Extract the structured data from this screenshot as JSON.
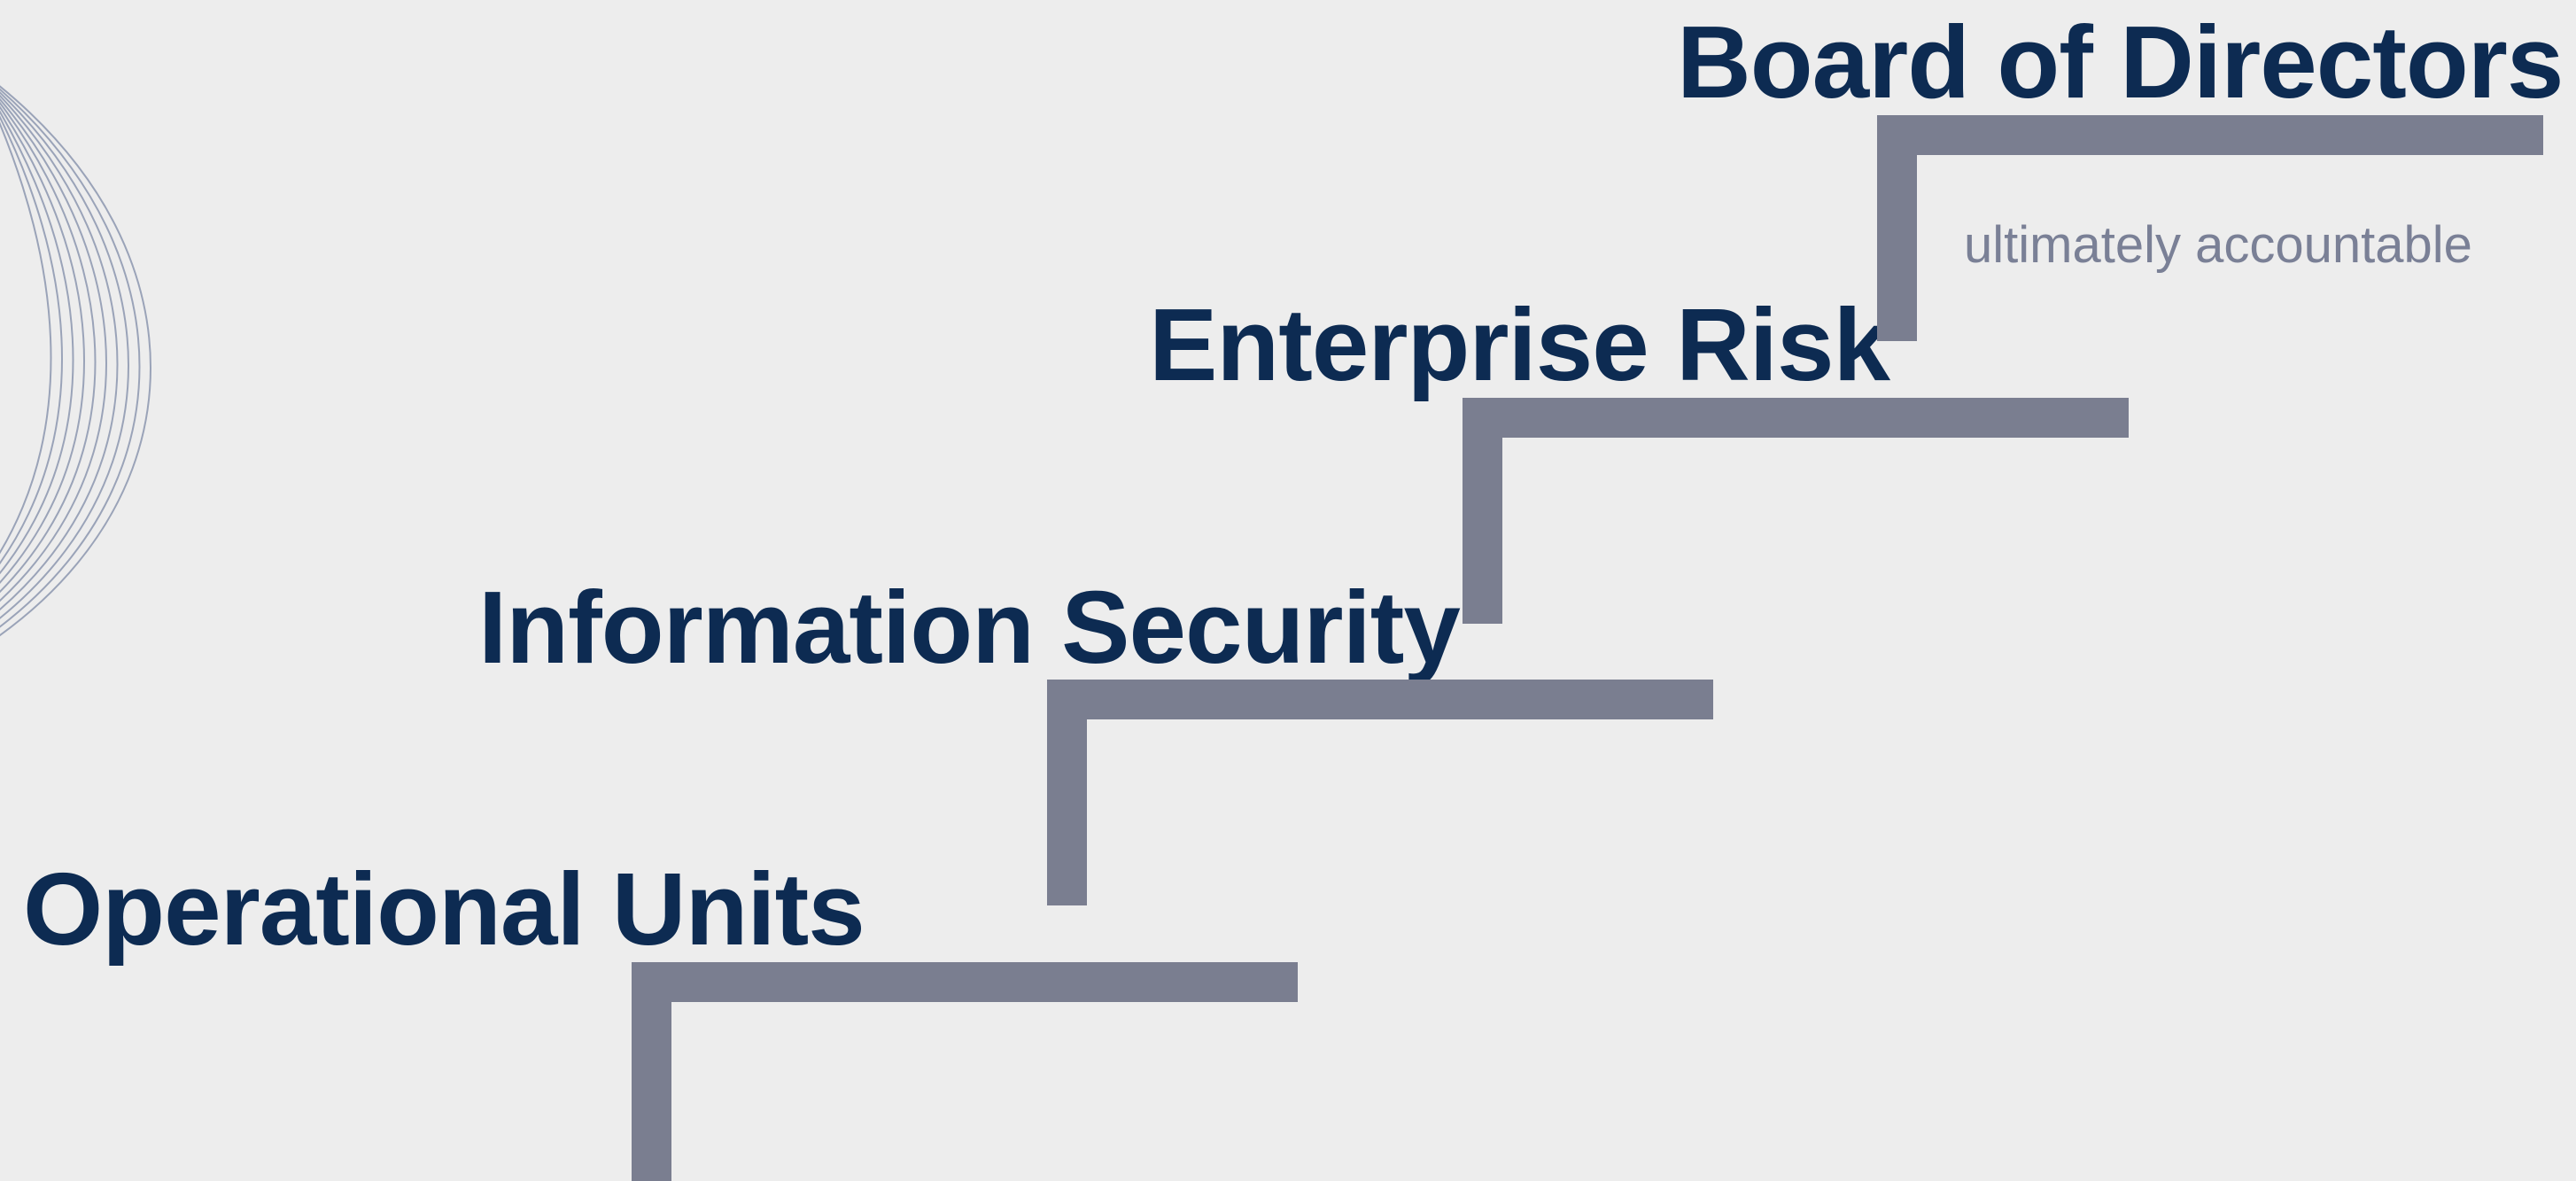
{
  "diagram": {
    "steps": [
      {
        "label": "Operational Units"
      },
      {
        "label": "Information Security"
      },
      {
        "label": "Enterprise Risk"
      },
      {
        "label": "Board of Directors",
        "note": "ultimately accountable"
      }
    ]
  },
  "colors": {
    "background": "#ededed",
    "title": "#0d2b52",
    "stair": "#7a7e90",
    "note": "#7a8096",
    "decoration": "#9aa3b8"
  }
}
